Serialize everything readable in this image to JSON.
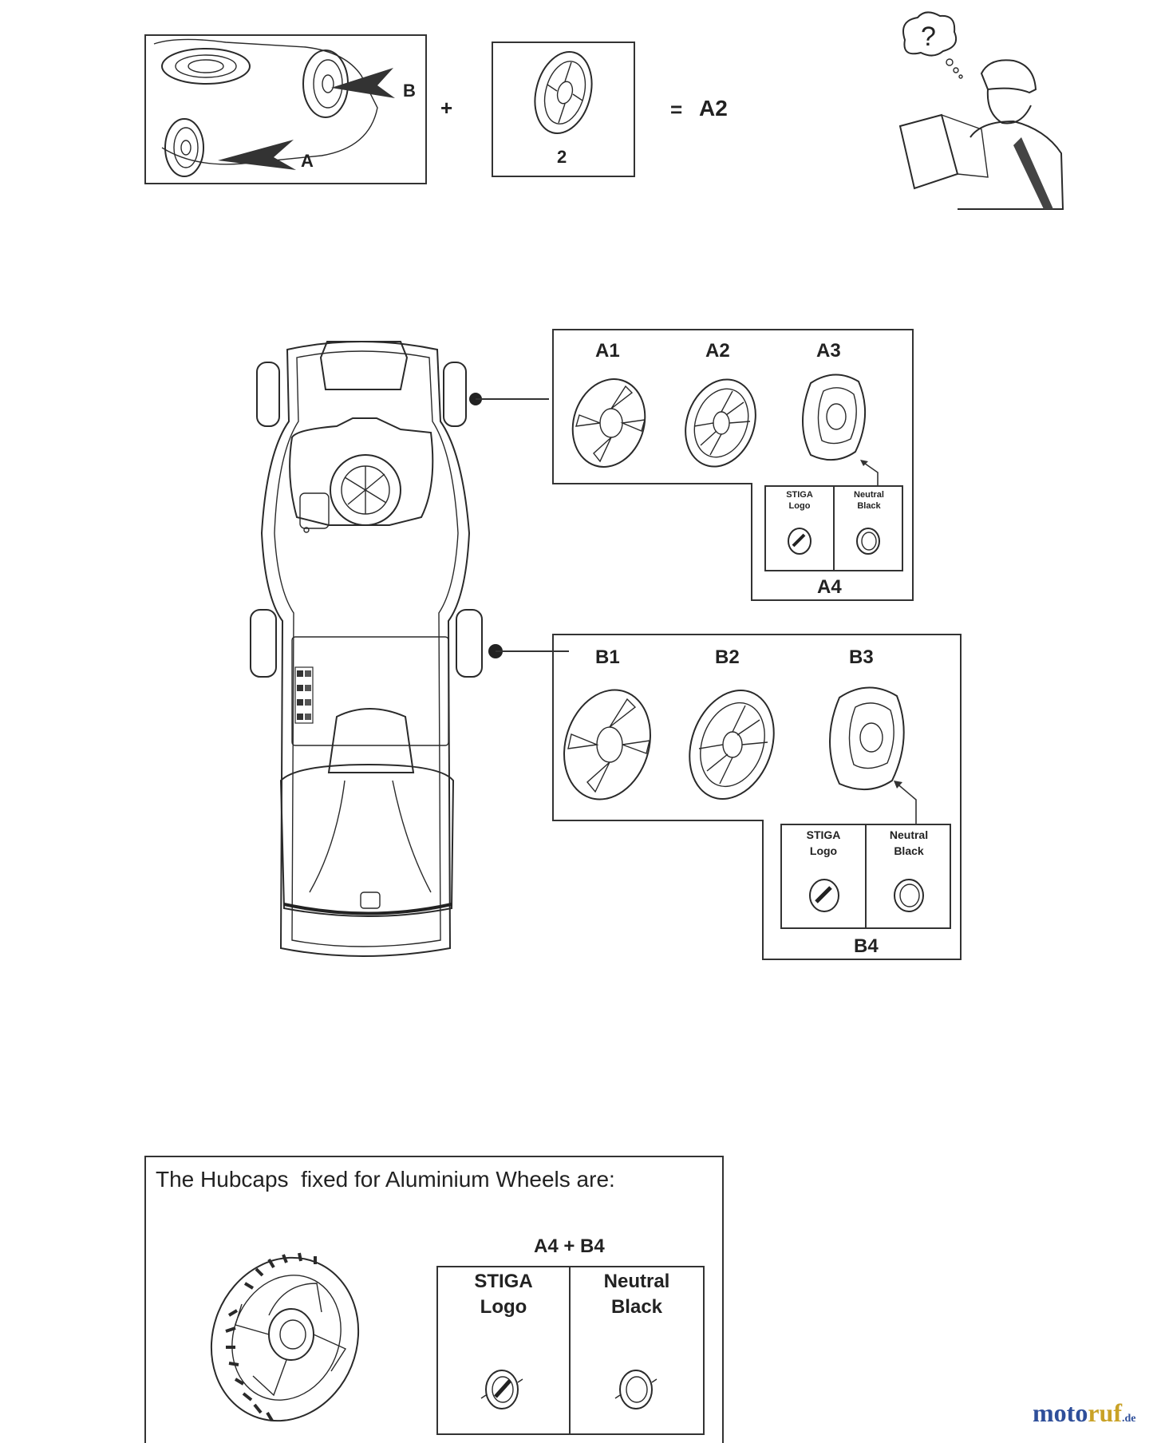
{
  "top": {
    "arrow_b": "B",
    "arrow_a": "A",
    "plus": "+",
    "part_number": "2",
    "equals": "=",
    "result": "A2",
    "question_mark": "?"
  },
  "front_set": {
    "labels": [
      "A1",
      "A2",
      "A3"
    ],
    "sub_label": "A4",
    "cells": [
      {
        "line1": "STIGA",
        "line2": "Logo"
      },
      {
        "line1": "Neutral",
        "line2": "Black"
      }
    ]
  },
  "rear_set": {
    "labels": [
      "B1",
      "B2",
      "B3"
    ],
    "sub_label": "B4",
    "cells": [
      {
        "line1": "STIGA",
        "line2": "Logo"
      },
      {
        "line1": "Neutral",
        "line2": "Black"
      }
    ]
  },
  "alu": {
    "heading": "The Hubcaps  fixed for Aluminium Wheels are:",
    "combo": "A4 + B4",
    "cells": [
      {
        "line1": "STIGA",
        "line2": "Logo"
      },
      {
        "line1": "Neutral",
        "line2": "Black"
      }
    ]
  },
  "watermark": {
    "part1": "moto",
    "part2": "ruf",
    "suffix": ".de",
    "colors": [
      "#2f4f9a",
      "#c9a227",
      "#2f4f9a"
    ]
  }
}
